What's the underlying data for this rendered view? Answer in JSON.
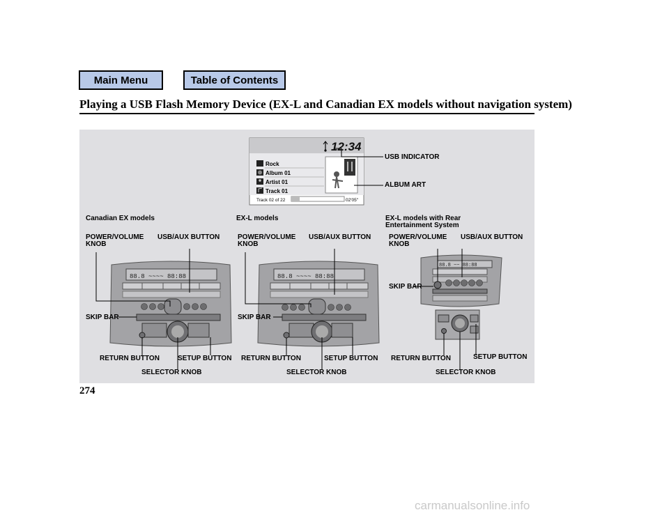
{
  "nav": {
    "main_menu": "Main Menu",
    "table_of_contents": "Table of Contents"
  },
  "page": {
    "title": "Playing a USB Flash Memory Device (EX-L and Canadian EX models without navigation system)",
    "number": "274",
    "footer": "carmanualsonline.info"
  },
  "display": {
    "clock": "12:34",
    "rows": [
      "Rock",
      "Album 01",
      "Artist 01",
      "Track 01"
    ],
    "track_counter": "Track 02 of 22",
    "elapsed": "02'05\"",
    "usb_indicator_label": "USB INDICATOR",
    "album_art_label": "ALBUM ART"
  },
  "models": {
    "canadian_ex": {
      "heading": "Canadian EX models",
      "power_volume_knob": "POWER/VOLUME\nKNOB",
      "usb_aux_button": "USB/AUX BUTTON",
      "skip_bar": "SKIP BAR",
      "return_button": "RETURN BUTTON",
      "setup_button": "SETUP BUTTON",
      "selector_knob": "SELECTOR KNOB"
    },
    "exl": {
      "heading": "EX-L models",
      "power_volume_knob": "POWER/VOLUME\nKNOB",
      "usb_aux_button": "USB/AUX BUTTON",
      "skip_bar": "SKIP BAR",
      "return_button": "RETURN BUTTON",
      "setup_button": "SETUP BUTTON",
      "selector_knob": "SELECTOR KNOB"
    },
    "exl_rear": {
      "heading": "EX-L models with Rear\nEntertainment System",
      "power_volume_knob": "POWER/VOLUME\nKNOB",
      "usb_aux_button": "USB/AUX BUTTON",
      "skip_bar": "SKIP BAR",
      "return_button": "RETURN BUTTON",
      "setup_button": "SETUP BUTTON",
      "selector_knob": "SELECTOR KNOB"
    }
  },
  "colors": {
    "panel": "#dfdfe2",
    "nav_button": "#b8c9e8"
  }
}
